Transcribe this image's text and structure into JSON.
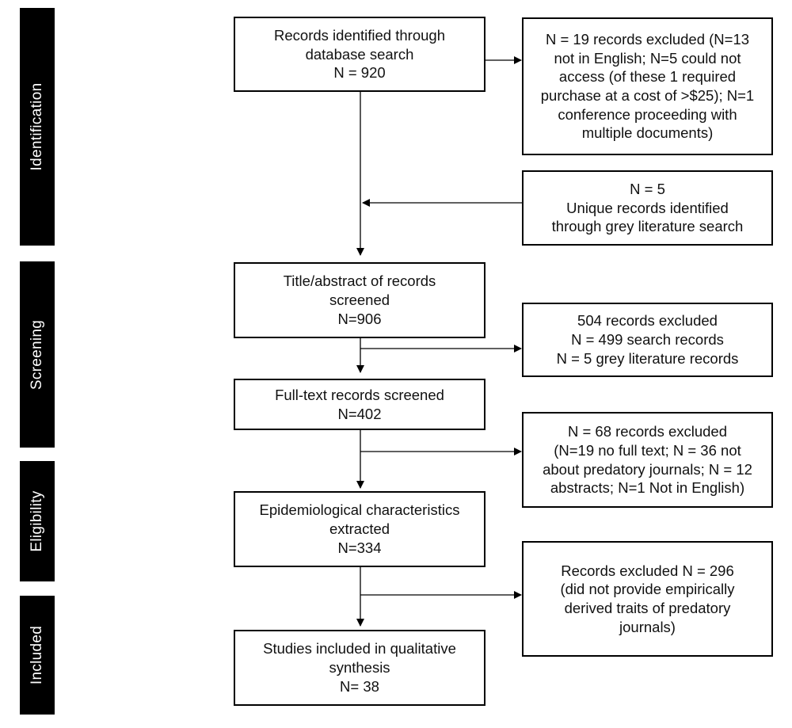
{
  "phases": [
    {
      "id": "identification",
      "label": "Identification"
    },
    {
      "id": "screening",
      "label": "Screening"
    },
    {
      "id": "eligibility",
      "label": "Eligibility"
    },
    {
      "id": "included",
      "label": "Included"
    }
  ],
  "boxes": {
    "database_search": "Records identified through\ndatabase search\nN = 920",
    "excluded_language_access": "N = 19 records excluded (N=13\nnot in English; N=5 could not\naccess (of these 1 required\npurchase at a cost of >$25); N=1\nconference proceeding with\nmultiple documents)",
    "grey_literature": "N = 5\nUnique records identified\nthrough grey literature search",
    "title_abstract": "Title/abstract of records\nscreened\nN=906",
    "excluded_title_abstract": "504 records excluded\nN = 499 search records\nN = 5 grey literature records",
    "full_text": "Full-text records screened\nN=402",
    "excluded_full_text": "N = 68 records excluded\n(N=19 no full text; N = 36 not\nabout predatory journals; N = 12\nabstracts; N=1 Not in English)",
    "epidemiological": "Epidemiological characteristics\nextracted\nN=334",
    "excluded_empirical": "Records excluded N = 296\n(did not provide empirically\nderived traits of predatory\njournals)",
    "included": "Studies included in qualitative\nsynthesis\nN= 38"
  }
}
